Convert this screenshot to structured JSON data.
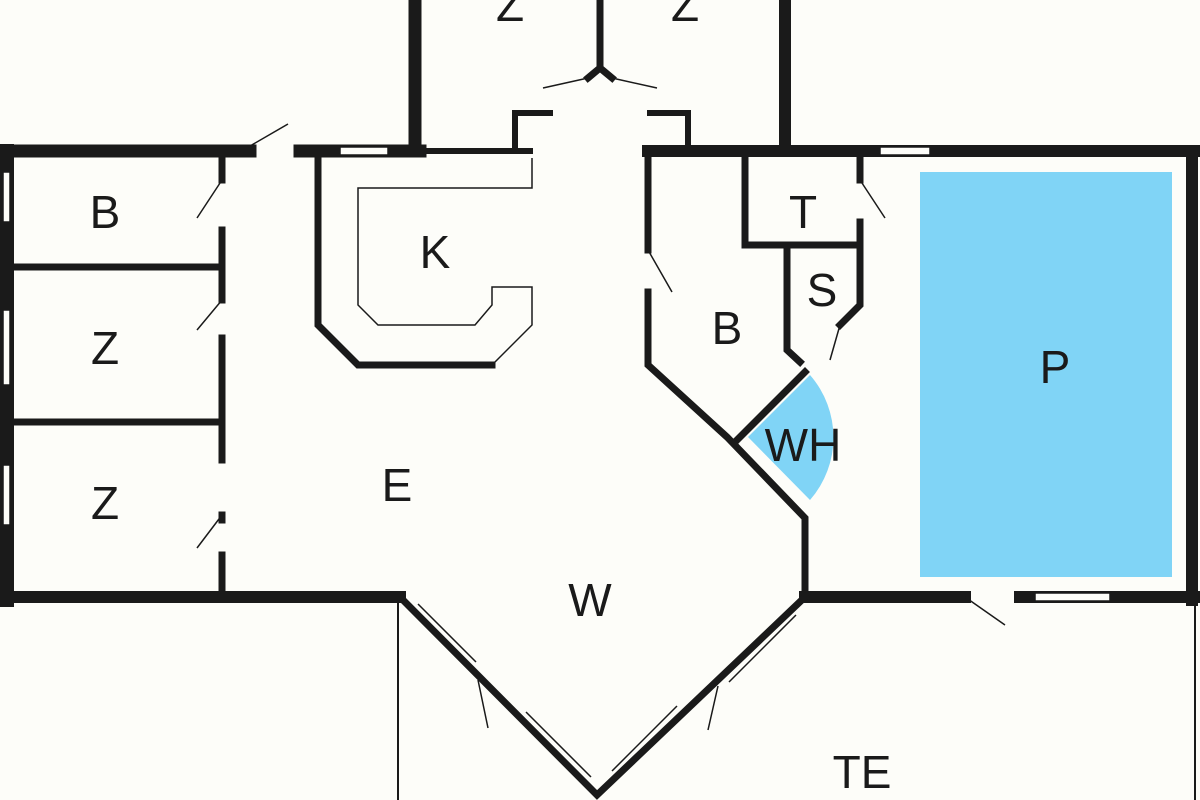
{
  "colors": {
    "wall": "#1a1a1a",
    "water": "#80d4f6",
    "floor": "#fdfdf9"
  },
  "rooms": [
    {
      "id": "z-top-left",
      "label": "Z"
    },
    {
      "id": "z-top-right",
      "label": "Z"
    },
    {
      "id": "b-left",
      "label": "B"
    },
    {
      "id": "z-left-1",
      "label": "Z"
    },
    {
      "id": "z-left-2",
      "label": "Z"
    },
    {
      "id": "k",
      "label": "K"
    },
    {
      "id": "e",
      "label": "E"
    },
    {
      "id": "w",
      "label": "W"
    },
    {
      "id": "b-right",
      "label": "B"
    },
    {
      "id": "t",
      "label": "T"
    },
    {
      "id": "s",
      "label": "S"
    },
    {
      "id": "wh",
      "label": "WH"
    },
    {
      "id": "p",
      "label": "P"
    },
    {
      "id": "te",
      "label": "TE"
    }
  ]
}
